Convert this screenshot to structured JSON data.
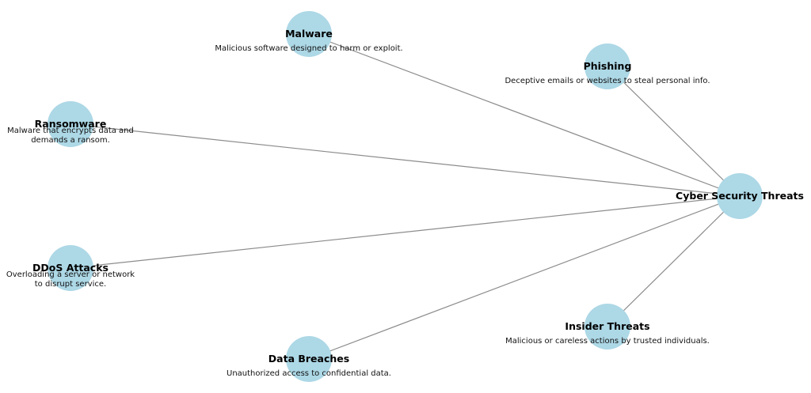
{
  "diagram": {
    "type": "network",
    "style": {
      "node_fill": "#ADD8E6",
      "edge_color": "#8c8c8c",
      "text_color": "#000000"
    },
    "center": {
      "id": "cyber",
      "title": "Cyber Security Threats"
    },
    "nodes": [
      {
        "id": "malware",
        "title": "Malware",
        "description": [
          "Malicious software designed to harm or exploit."
        ]
      },
      {
        "id": "phishing",
        "title": "Phishing",
        "description": [
          "Deceptive emails or websites to steal personal info."
        ]
      },
      {
        "id": "ransomware",
        "title": "Ransomware",
        "description": [
          "Malware that encrypts data and",
          "demands a ransom."
        ]
      },
      {
        "id": "ddos",
        "title": "DDoS Attacks",
        "description": [
          "Overloading a server or network",
          "to disrupt service."
        ]
      },
      {
        "id": "data-breaches",
        "title": "Data Breaches",
        "description": [
          "Unauthorized access to confidential data."
        ]
      },
      {
        "id": "insider-threats",
        "title": "Insider Threats",
        "description": [
          "Malicious or careless actions by trusted individuals."
        ]
      }
    ],
    "edges": [
      {
        "from": "cyber",
        "to": "malware"
      },
      {
        "from": "cyber",
        "to": "phishing"
      },
      {
        "from": "cyber",
        "to": "ransomware"
      },
      {
        "from": "cyber",
        "to": "ddos"
      },
      {
        "from": "cyber",
        "to": "data-breaches"
      },
      {
        "from": "cyber",
        "to": "insider-threats"
      }
    ]
  }
}
